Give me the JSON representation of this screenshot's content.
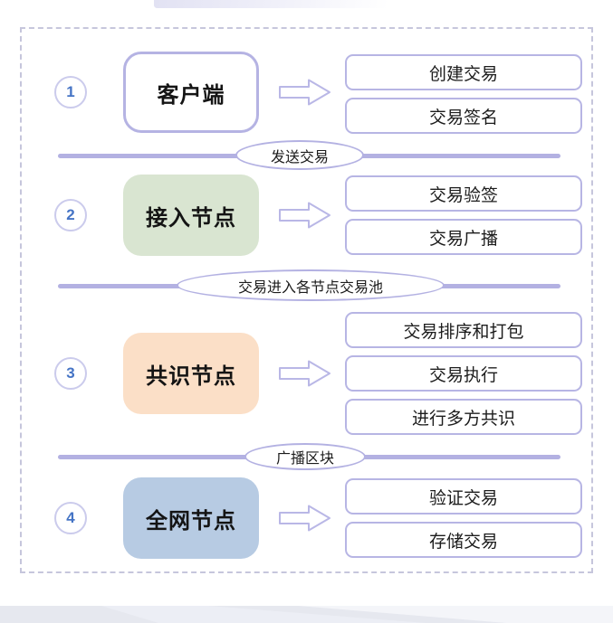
{
  "diagram": {
    "steps": [
      {
        "number": "1",
        "label": "客户端",
        "box_color": "#ffffff",
        "outputs": [
          "创建交易",
          "交易签名"
        ]
      },
      {
        "number": "2",
        "label": "接入节点",
        "box_color": "#d9e5d1",
        "outputs": [
          "交易验签",
          "交易广播"
        ]
      },
      {
        "number": "3",
        "label": "共识节点",
        "box_color": "#fbdfc7",
        "outputs": [
          "交易排序和打包",
          "交易执行",
          "进行多方共识"
        ]
      },
      {
        "number": "4",
        "label": "全网节点",
        "box_color": "#b7cbe3",
        "outputs": [
          "验证交易",
          "存储交易"
        ]
      }
    ],
    "dividers": [
      {
        "label": "发送交易"
      },
      {
        "label": "交易进入各节点交易池"
      },
      {
        "label": "广播区块"
      }
    ],
    "colors": {
      "accent_lavender": "#b5b3e3",
      "divider_line": "#b3b1e2",
      "step_number_blue": "#4574c5",
      "client_box": "#ffffff",
      "access_node_box": "#d9e5d1",
      "consensus_node_box": "#fbdfc7",
      "network_node_box": "#b7cbe3"
    }
  }
}
